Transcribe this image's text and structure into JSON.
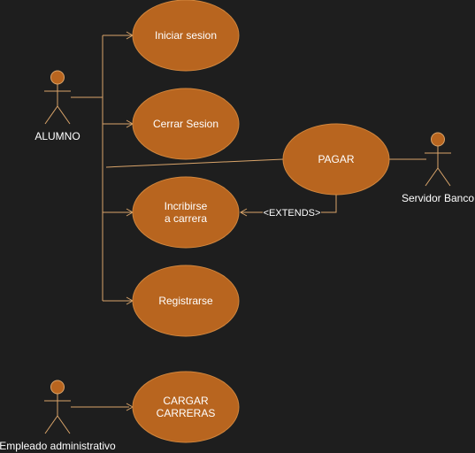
{
  "colors": {
    "background": "#1e1e1e",
    "usecase_fill": "#b8651f",
    "usecase_stroke": "#d1863d",
    "actor_fill": "#b8651f",
    "actor_stroke": "#d9a46a",
    "line": "#d9a46a",
    "text_on_usecase": "#ffffff",
    "actor_label": "#ffffff"
  },
  "actors": {
    "alumno": {
      "label": "ALUMNO"
    },
    "servidor_banco": {
      "label": "Servidor Banco"
    },
    "empleado": {
      "label": "Empleado administrativo"
    }
  },
  "usecases": {
    "iniciar_sesion": {
      "label": "Iniciar sesion"
    },
    "cerrar_sesion": {
      "label": "Cerrar Sesion"
    },
    "pagar": {
      "label": "PAGAR"
    },
    "inscribirse_line1": "Incribirse",
    "inscribirse_line2": "a carrera",
    "registrarse": {
      "label": "Registrarse"
    },
    "cargar_line1": "CARGAR",
    "cargar_line2": "CARRERAS"
  },
  "relations": {
    "extends_label": "<EXTENDS>"
  }
}
